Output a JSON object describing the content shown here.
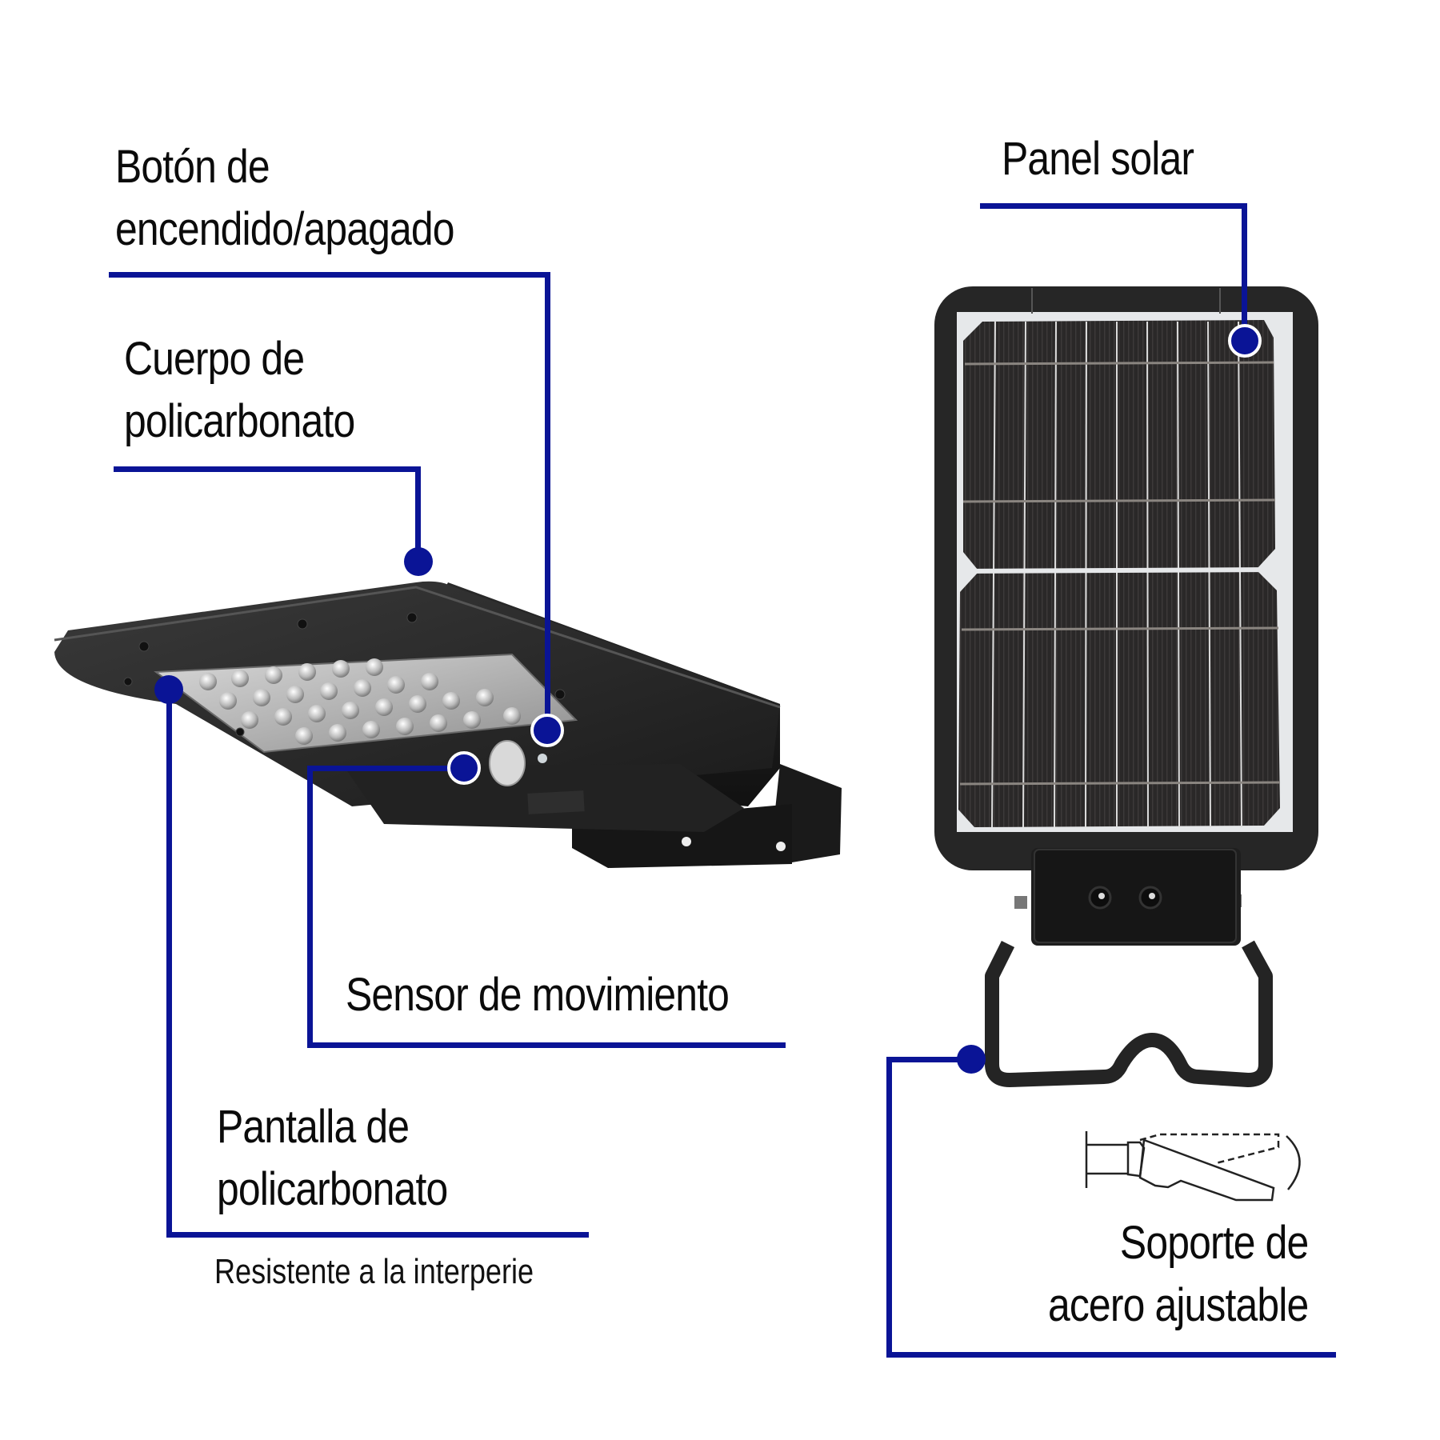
{
  "theme": {
    "accent": "#0a1496",
    "text": "#0b0b0b",
    "background": "#ffffff"
  },
  "callouts": {
    "power_button": {
      "line1": "Botón de",
      "line2": "encendido/apagado"
    },
    "body": {
      "line1": "Cuerpo de",
      "line2": "policarbonato"
    },
    "solar_panel": {
      "line1": "Panel solar"
    },
    "motion_sensor": {
      "line1": "Sensor de movimiento"
    },
    "screen": {
      "line1": "Pantalla de",
      "line2": "policarbonato",
      "note": "Resistente a la interperie"
    },
    "bracket": {
      "line1": "Soporte de",
      "line2": "acero ajustable"
    }
  },
  "icons": {
    "lamp_product": "solar-street-lamp-photo",
    "panel_product": "solar-panel-photo",
    "tilt": "adjustable-tilt-icon"
  }
}
